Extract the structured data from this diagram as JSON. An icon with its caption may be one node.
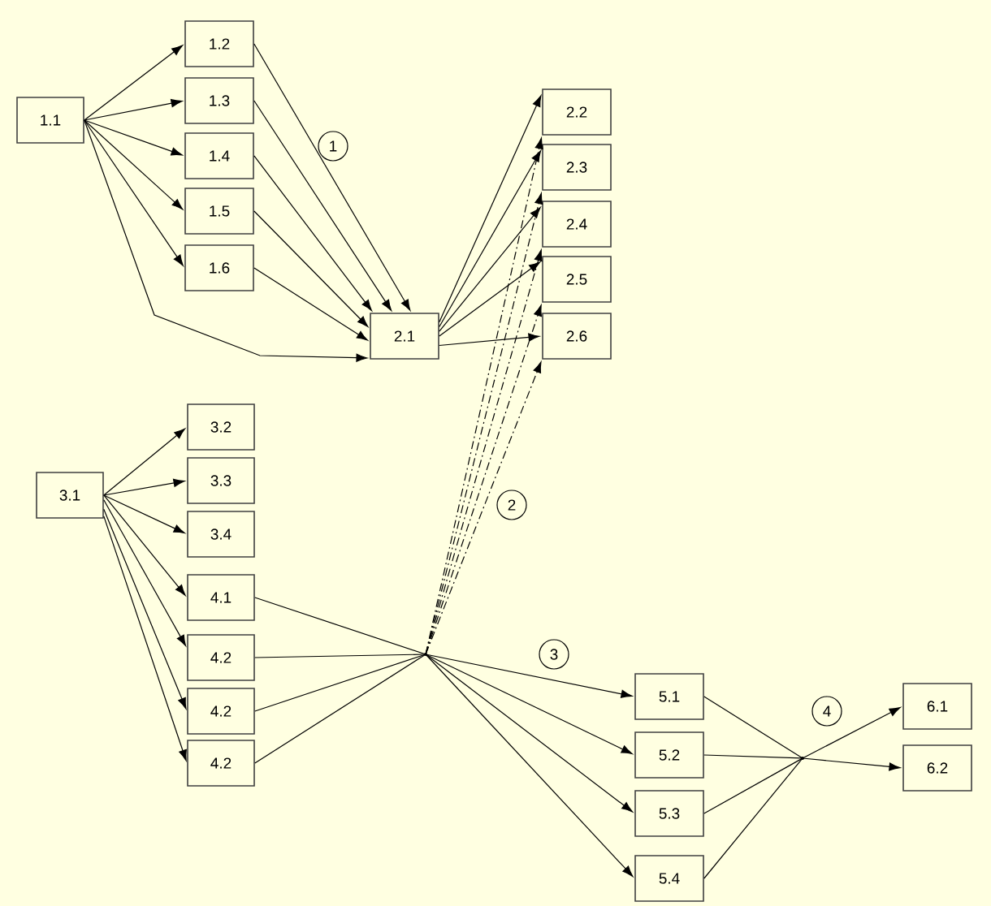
{
  "diagram": {
    "nodes": [
      {
        "text": [
          "1.1"
        ]
      },
      {
        "text": [
          "1.2"
        ]
      },
      {
        "text": [
          "1.3"
        ]
      },
      {
        "text": [
          "1.4"
        ]
      },
      {
        "text": [
          "1.5"
        ]
      },
      {
        "text": [
          "1.6"
        ]
      },
      {
        "text": [
          "2.1"
        ]
      },
      {
        "text": [
          "2.2"
        ]
      },
      {
        "text": [
          "2.3"
        ]
      },
      {
        "text": [
          "2.4"
        ]
      },
      {
        "text": [
          "2.5"
        ]
      },
      {
        "text": [
          "2.6"
        ]
      },
      {
        "text": [
          "3.1"
        ]
      },
      {
        "text": [
          "3.2"
        ]
      },
      {
        "text": [
          "3.3"
        ]
      },
      {
        "text": [
          "3.4"
        ]
      },
      {
        "text": [
          "4.1"
        ]
      },
      {
        "text": [
          "4.2"
        ]
      },
      {
        "text": [
          "4.2"
        ]
      },
      {
        "text": [
          "4.2"
        ]
      },
      {
        "text": [
          "5.1"
        ]
      },
      {
        "text": [
          "5.2"
        ]
      },
      {
        "text": [
          "5.3"
        ]
      },
      {
        "text": [
          "5.4"
        ]
      },
      {
        "text": [
          "6.1"
        ]
      },
      {
        "text": [
          "6.2"
        ]
      },
      {
        "text": [],
        "shape": "point"
      },
      {
        "text": [],
        "shape": "point"
      }
    ],
    "edges": [
      {
        "from": 0,
        "to": 1,
        "arrow": "to"
      },
      {
        "from": 0,
        "to": 2,
        "arrow": "to"
      },
      {
        "from": 0,
        "to": 3,
        "arrow": "to"
      },
      {
        "from": 0,
        "to": 4,
        "arrow": "to"
      },
      {
        "from": 0,
        "to": 5,
        "arrow": "to"
      },
      {
        "from": 0,
        "to": 6,
        "arrow": "to"
      },
      {
        "from": 1,
        "to": 6,
        "arrow": "to"
      },
      {
        "from": 2,
        "to": 6,
        "arrow": "to"
      },
      {
        "from": 3,
        "to": 6,
        "arrow": "to"
      },
      {
        "from": 4,
        "to": 6,
        "arrow": "to"
      },
      {
        "from": 5,
        "to": 6,
        "arrow": "to"
      },
      {
        "from": 6,
        "to": 7,
        "arrow": "to"
      },
      {
        "from": 6,
        "to": 8,
        "arrow": "to"
      },
      {
        "from": 6,
        "to": 9,
        "arrow": "to"
      },
      {
        "from": 6,
        "to": 10,
        "arrow": "to"
      },
      {
        "from": 6,
        "to": 11,
        "arrow": "to"
      },
      {
        "from": 12,
        "to": 13,
        "arrow": "to"
      },
      {
        "from": 12,
        "to": 14,
        "arrow": "to"
      },
      {
        "from": 12,
        "to": 15,
        "arrow": "to"
      },
      {
        "from": 12,
        "to": 16,
        "arrow": "to"
      },
      {
        "from": 12,
        "to": 17,
        "arrow": "to"
      },
      {
        "from": 12,
        "to": 18,
        "arrow": "to"
      },
      {
        "from": 12,
        "to": 19,
        "arrow": "to"
      },
      {
        "from": 16,
        "to": 26,
        "arrow": "none"
      },
      {
        "from": 17,
        "to": 26,
        "arrow": "none"
      },
      {
        "from": 18,
        "to": 26,
        "arrow": "none"
      },
      {
        "from": 19,
        "to": 26,
        "arrow": "none"
      },
      {
        "from": 26,
        "to": 20,
        "arrow": "to"
      },
      {
        "from": 26,
        "to": 21,
        "arrow": "to"
      },
      {
        "from": 26,
        "to": 22,
        "arrow": "to"
      },
      {
        "from": 26,
        "to": 23,
        "arrow": "to"
      },
      {
        "from": 26,
        "to": 7,
        "arrow": "to",
        "style": "dashed"
      },
      {
        "from": 26,
        "to": 8,
        "arrow": "to",
        "style": "dashed"
      },
      {
        "from": 26,
        "to": 9,
        "arrow": "to",
        "style": "dashed"
      },
      {
        "from": 26,
        "to": 10,
        "arrow": "to",
        "style": "dashed"
      },
      {
        "from": 26,
        "to": 11,
        "arrow": "to",
        "style": "dashed"
      },
      {
        "from": 20,
        "to": 27,
        "arrow": "none"
      },
      {
        "from": 21,
        "to": 27,
        "arrow": "none"
      },
      {
        "from": 22,
        "to": 27,
        "arrow": "none"
      },
      {
        "from": 23,
        "to": 27,
        "arrow": "none"
      },
      {
        "from": 27,
        "to": 24,
        "arrow": "to"
      },
      {
        "from": 27,
        "to": 25,
        "arrow": "to"
      }
    ],
    "labels": [
      "1",
      "2",
      "3",
      "4"
    ]
  }
}
